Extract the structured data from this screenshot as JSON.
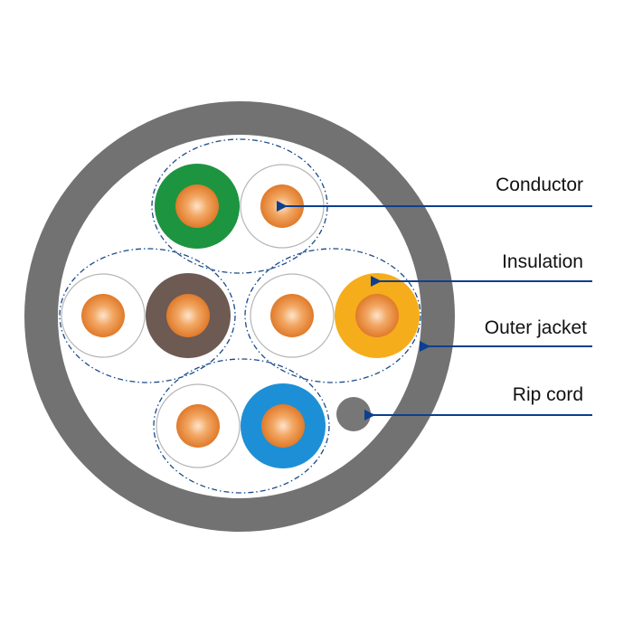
{
  "labels": {
    "conductor": "Conductor",
    "insulation": "Insulation",
    "outer_jacket": "Outer jacket",
    "rip_cord": "Rip cord"
  },
  "colors": {
    "jacket": "#727272",
    "inner_fill": "#ffffff",
    "leader_line": "#0d3f8f",
    "pair_outline": "#1a4a8a",
    "copper": "#e8873a",
    "white_insulation_edge": "#b5b5b5",
    "green_insulation": "#1d9440",
    "brown_insulation": "#6d5a52",
    "orange_insulation": "#f6ad1b",
    "blue_insulation": "#1d8fd6",
    "rip_cord": "#777777"
  },
  "twisted_pairs": [
    {
      "name": "pair-green",
      "wires": [
        "green",
        "white-green"
      ]
    },
    {
      "name": "pair-brown",
      "wires": [
        "white-brown",
        "brown"
      ]
    },
    {
      "name": "pair-orange",
      "wires": [
        "white-orange",
        "orange"
      ]
    },
    {
      "name": "pair-blue",
      "wires": [
        "white-blue",
        "blue"
      ]
    }
  ]
}
